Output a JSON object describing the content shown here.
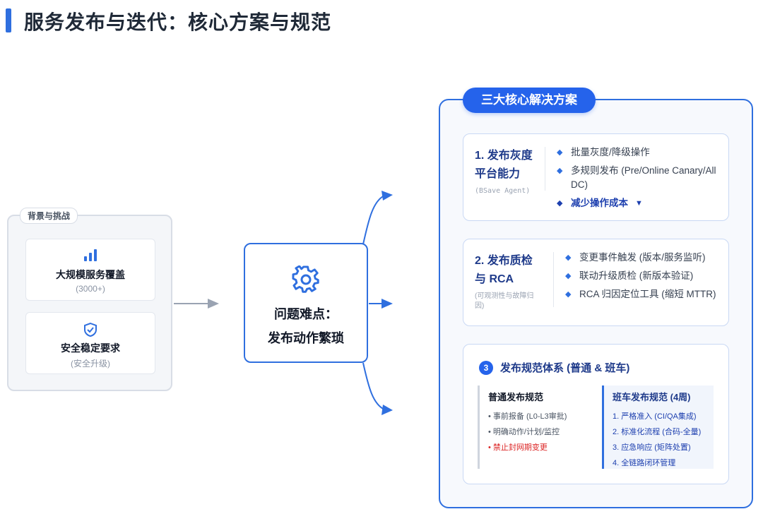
{
  "page": {
    "title": "服务发布与迭代：核心方案与规范"
  },
  "background": {
    "tag": "背景与挑战",
    "cards": [
      {
        "title": "大规模服务覆盖",
        "sub": "(3000+)",
        "icon": "bar-chart-icon"
      },
      {
        "title": "安全稳定要求",
        "sub": "(安全升级)",
        "icon": "shield-check-icon"
      }
    ]
  },
  "problem": {
    "line1": "问题难点：",
    "line2": "发布动作繁琐",
    "icon": "gear-icon"
  },
  "solutions": {
    "title": "三大核心解决方案",
    "card1": {
      "title_line1": "1. 发布灰度",
      "title_line2": "平台能力",
      "sub": "(BSave Agent)",
      "items": [
        "批量灰度/降级操作",
        "多规则发布 (Pre/Online Canary/All DC)"
      ],
      "highlight": "减少操作成本",
      "highlight_arrow": "▼"
    },
    "card2": {
      "title_line1": "2. 发布质检",
      "title_line2": "与 RCA",
      "sub": "(可观测性与故障归因)",
      "items": [
        "变更事件触发 (版本/服务监听)",
        "联动升级质检 (新版本验证)",
        "RCA 归因定位工具 (缩短 MTTR)"
      ]
    },
    "card3": {
      "num": "3",
      "title": "发布规范体系 (普通 & 班车)",
      "normal": {
        "title": "普通发布规范",
        "items": [
          "• 事前报备 (L0-L3审批)",
          "• 明确动作/计划/监控"
        ],
        "warn": "• 禁止封网期变更"
      },
      "bus": {
        "title": "班车发布规范 (4周)",
        "items": [
          "1. 严格准入 (CI/QA集成)",
          "2. 标准化流程 (合码-全量)",
          "3. 应急响应 (矩阵处置)",
          "4. 全链路闭环管理"
        ]
      }
    }
  },
  "colors": {
    "accent": "#2563eb",
    "warn": "#dc2626",
    "panel_border": "#2f6fdf"
  }
}
